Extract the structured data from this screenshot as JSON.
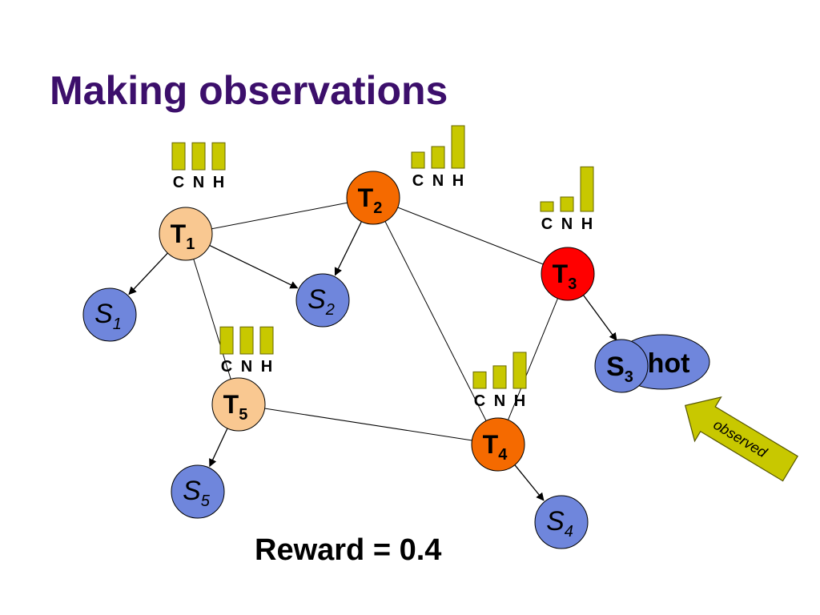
{
  "title": "Making observations",
  "reward_text": "Reward = 0.4",
  "colors": {
    "title": "#3c0f6b",
    "sensor_fill": "#6f86dc",
    "bar_fill": "#c8c800",
    "temp_light": "#f9c891",
    "temp_orange": "#f56a00",
    "temp_red": "#ff0000"
  },
  "bar_labels": [
    "C",
    "N",
    "H"
  ],
  "temperature_nodes": [
    {
      "id": "T1",
      "label": "T",
      "sub": "1",
      "fill": "temp_light",
      "distribution": [
        0.33,
        0.33,
        0.33
      ]
    },
    {
      "id": "T2",
      "label": "T",
      "sub": "2",
      "fill": "temp_orange",
      "distribution": [
        0.2,
        0.27,
        0.53
      ]
    },
    {
      "id": "T3",
      "label": "T",
      "sub": "3",
      "fill": "temp_red",
      "distribution": [
        0.14,
        0.21,
        0.65
      ]
    },
    {
      "id": "T4",
      "label": "T",
      "sub": "4",
      "fill": "temp_orange",
      "distribution": [
        0.22,
        0.3,
        0.48
      ]
    },
    {
      "id": "T5",
      "label": "T",
      "sub": "5",
      "fill": "temp_light",
      "distribution": [
        0.33,
        0.33,
        0.33
      ]
    }
  ],
  "sensor_nodes": [
    {
      "id": "S1",
      "label": "S",
      "sub": "1"
    },
    {
      "id": "S2",
      "label": "S",
      "sub": "2"
    },
    {
      "id": "S3",
      "label": "S",
      "sub": "3",
      "observed": true,
      "value": "hot"
    },
    {
      "id": "S4",
      "label": "S",
      "sub": "4"
    },
    {
      "id": "S5",
      "label": "S",
      "sub": "5"
    }
  ],
  "undirected_edges": [
    [
      "T1",
      "T2"
    ],
    [
      "T1",
      "T5"
    ],
    [
      "T2",
      "T3"
    ],
    [
      "T2",
      "T4"
    ],
    [
      "T3",
      "T4"
    ],
    [
      "T5",
      "T4"
    ]
  ],
  "directed_edges": [
    [
      "T1",
      "S1"
    ],
    [
      "T1",
      "S2"
    ],
    [
      "T2",
      "S2"
    ],
    [
      "T3",
      "S3"
    ],
    [
      "T4",
      "S4"
    ],
    [
      "T5",
      "S5"
    ]
  ],
  "observed_label": "observed"
}
